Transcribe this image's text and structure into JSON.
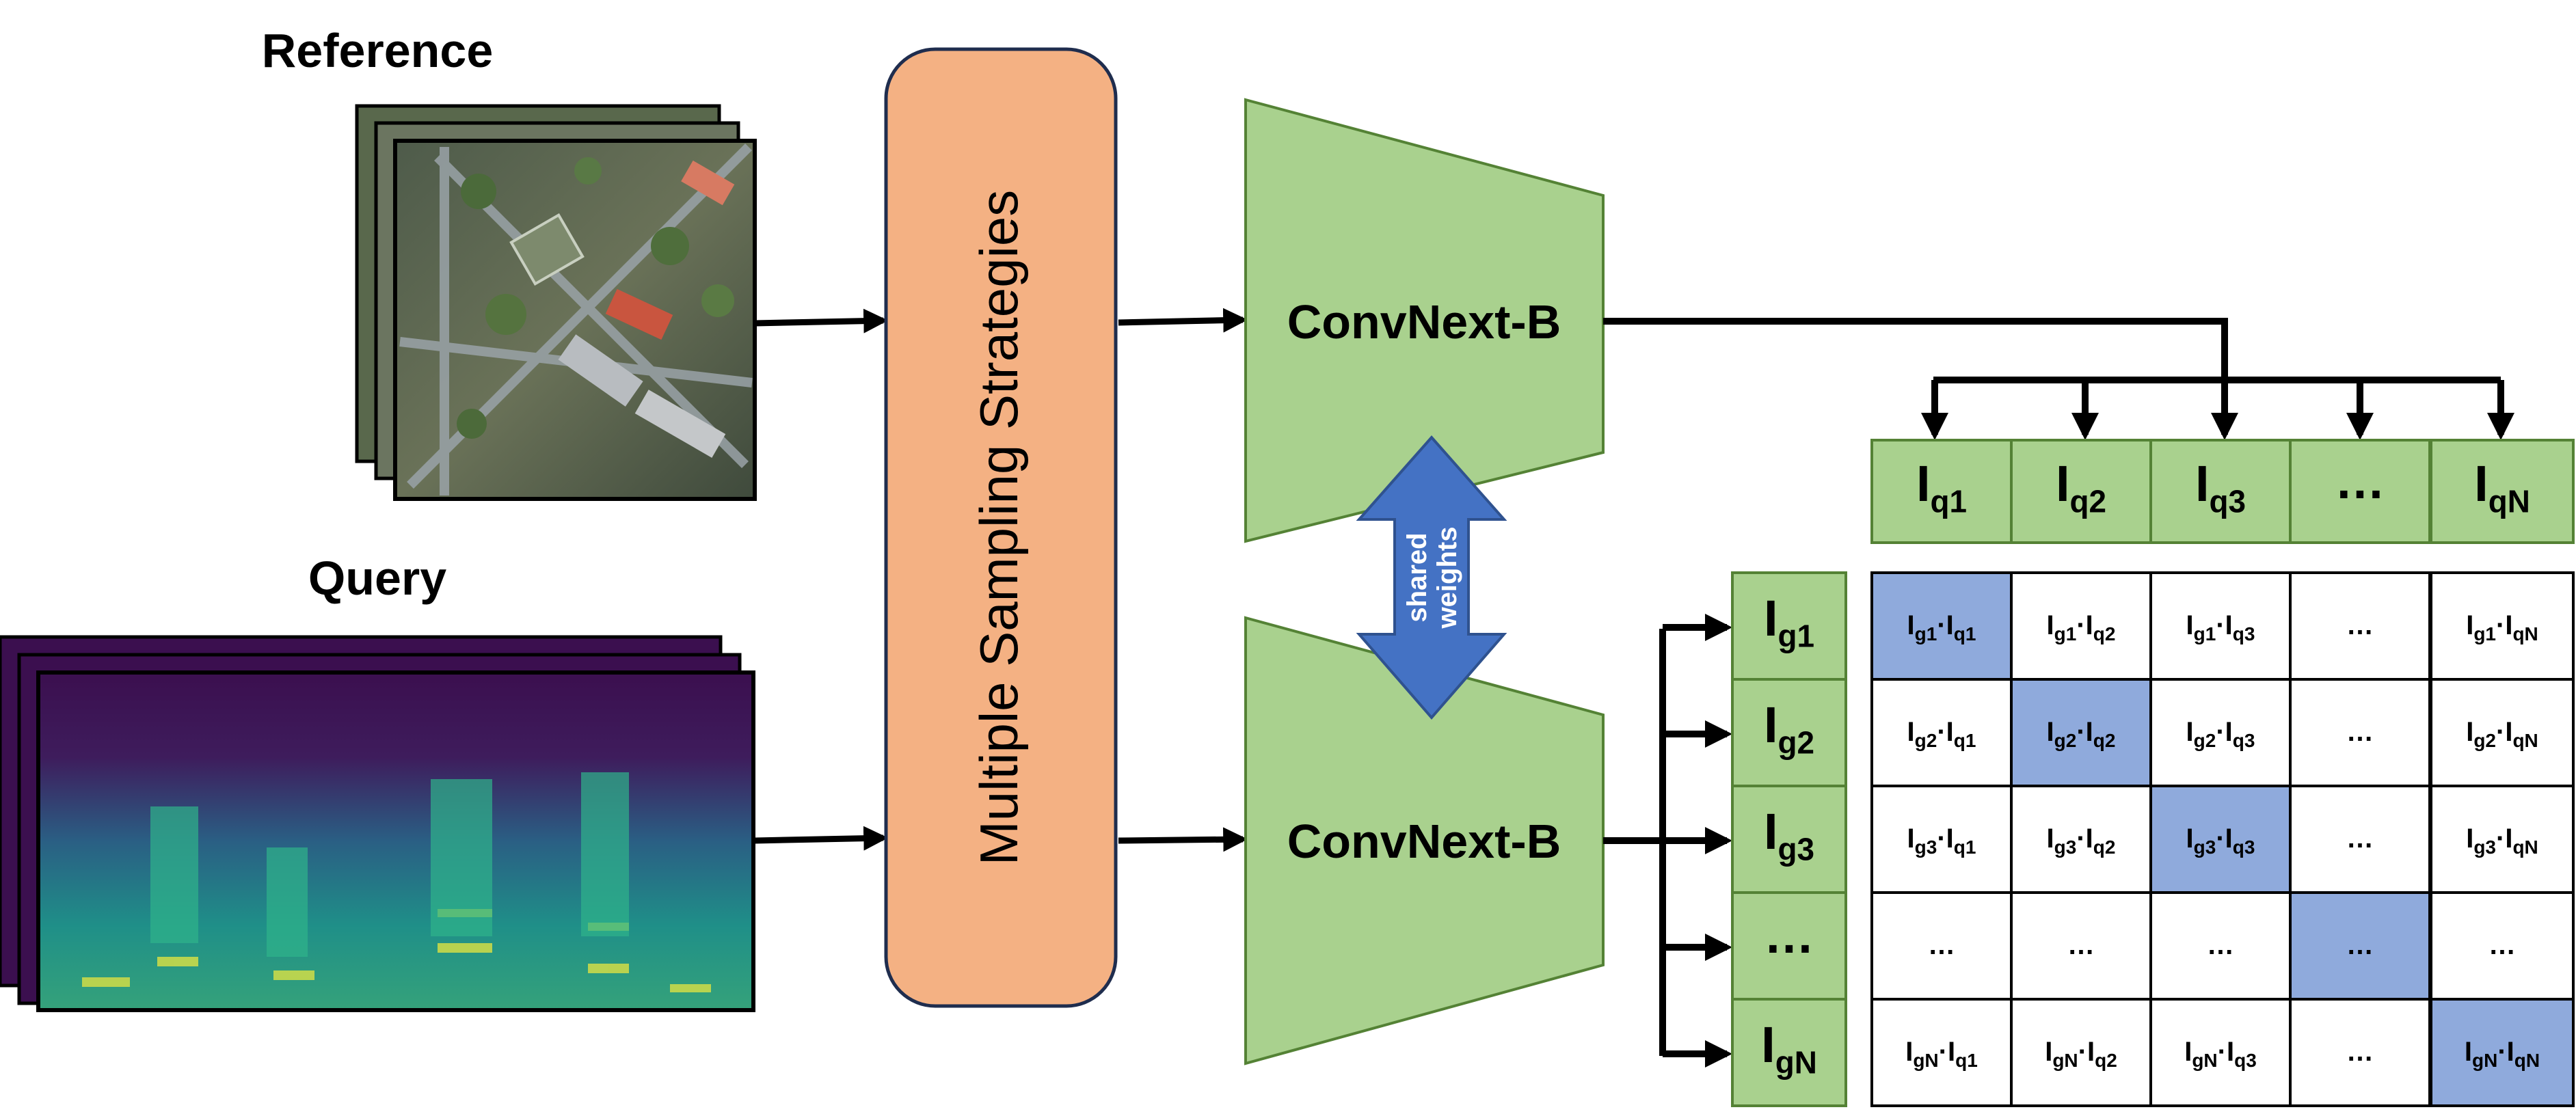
{
  "labels": {
    "reference": "Reference",
    "query": "Query",
    "sampling": "Multiple Sampling Strategies",
    "encoder_top": "ConvNext-B",
    "encoder_bottom": "ConvNext-B",
    "shared_line1": "shared",
    "shared_line2": "weights"
  },
  "query_embeddings": [
    "q1",
    "q2",
    "q3",
    "…",
    "qN"
  ],
  "gallery_embeddings": [
    "g1",
    "g2",
    "g3",
    "…",
    "gN"
  ],
  "ellipsis": "…",
  "colors": {
    "green": "#a9d18e",
    "green_border": "#548235",
    "orange": "#f4b183",
    "orange_border": "#1f2d4e",
    "blue_arrow": "#4472c4",
    "diag_cell": "#8faadc",
    "black": "#000000"
  },
  "icons": {
    "reference_stack": "aerial-image-stack-icon",
    "query_stack": "spectrogram-stack-icon",
    "shared_arrow": "double-arrow-icon"
  }
}
